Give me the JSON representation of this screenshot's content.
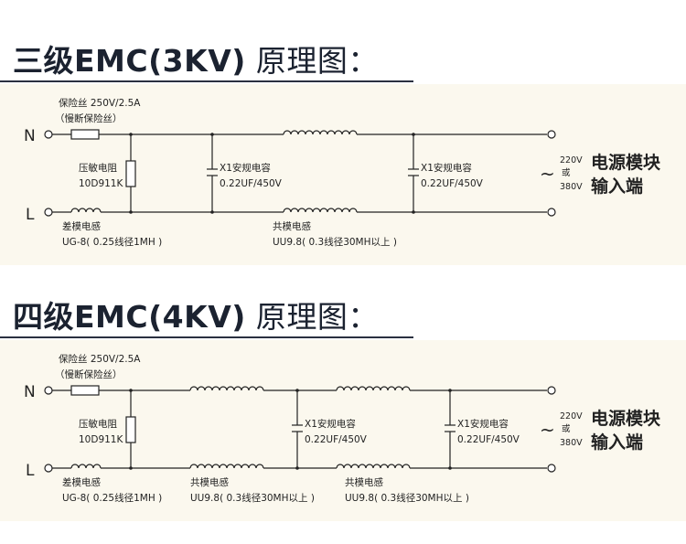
{
  "sections": [
    {
      "title_bold": "三级EMC(3KV)",
      "title_rest": " 原理图：",
      "fuse_label": "保险丝 250V/2.5A",
      "fuse_note": "（慢断保险丝）",
      "varistor_label": "压敏电阻",
      "varistor_part": "10D911K",
      "dm_inductor_label": "差模电感",
      "dm_inductor_spec": "UG-8( 0.25线径1MH )",
      "cap_label": "X1安规电容",
      "cap_value": "0.22UF/450V",
      "cm_inductor_label": "共模电感",
      "cm_inductor_spec": "UU9.8( 0.3线径30MH以上 )",
      "node_n": "N",
      "node_l": "L",
      "tilde": "~",
      "volt_220": "220V",
      "volt_or": "或",
      "volt_380": "380V",
      "module_line1": "电源模块",
      "module_line2": "输入端"
    },
    {
      "title_bold": "四级EMC(4KV)",
      "title_rest": " 原理图：",
      "fuse_label": "保险丝 250V/2.5A",
      "fuse_note": "（慢断保险丝）",
      "varistor_label": "压敏电阻",
      "varistor_part": "10D911K",
      "dm_inductor_label": "差模电感",
      "dm_inductor_spec": "UG-8( 0.25线径1MH )",
      "cap_label": "X1安规电容",
      "cap_value": "0.22UF/450V",
      "cm_inductor_label": "共模电感",
      "cm_inductor_spec": "UU9.8( 0.3线径30MH以上 )",
      "node_n": "N",
      "node_l": "L",
      "tilde": "~",
      "volt_220": "220V",
      "volt_or": "或",
      "volt_380": "380V",
      "module_line1": "电源模块",
      "module_line2": "输入端"
    }
  ]
}
